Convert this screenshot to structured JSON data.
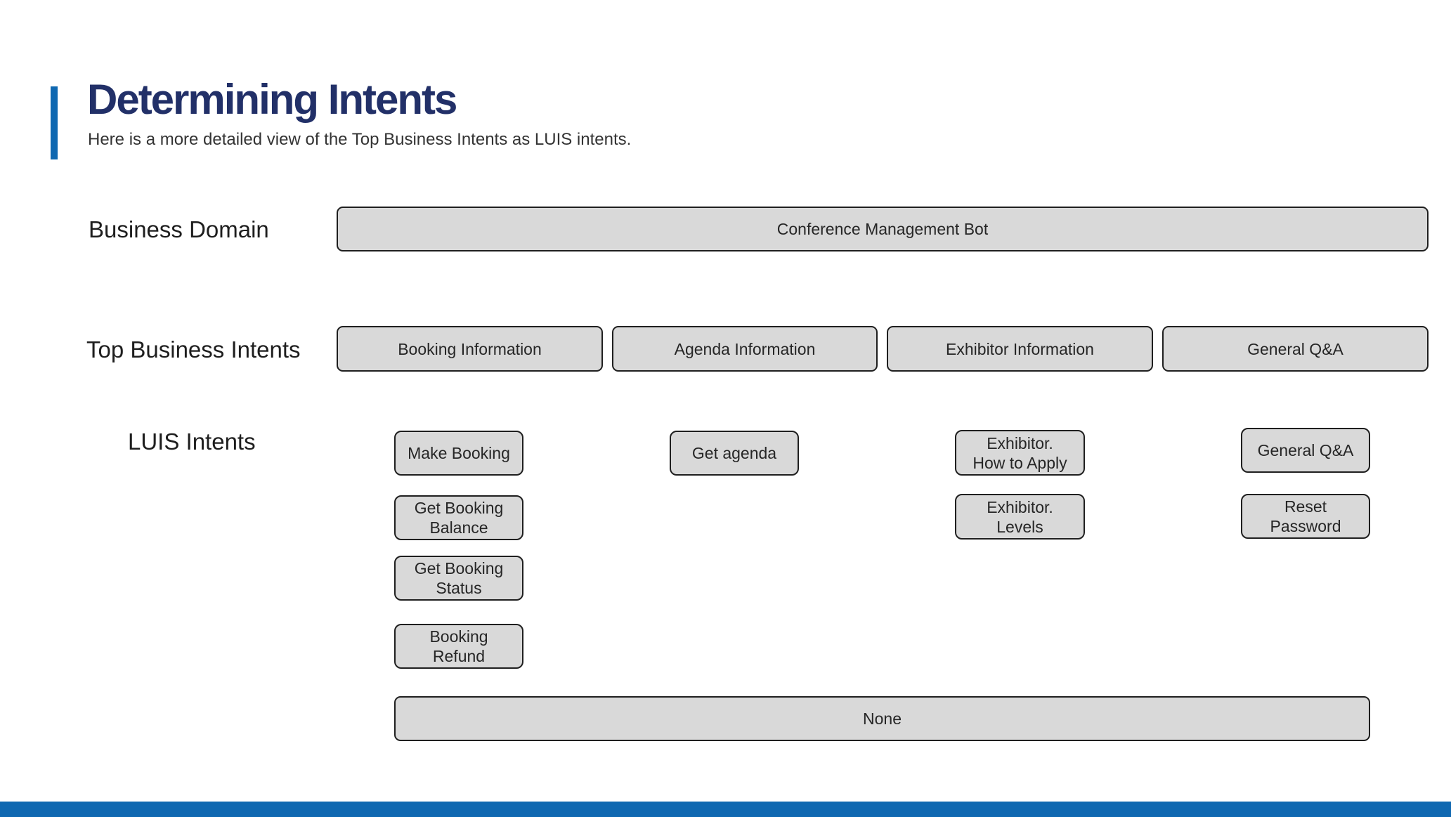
{
  "title": "Determining Intents",
  "subtitle": "Here is a more detailed view of the Top Business Intents as LUIS intents.",
  "rows": {
    "business_domain": "Business Domain",
    "top_business_intents": "Top Business Intents",
    "luis_intents": "LUIS Intents"
  },
  "business_domain": {
    "name": "Conference Management Bot"
  },
  "top_intents": [
    "Booking Information",
    "Agenda Information",
    "Exhibitor Information",
    "General Q&A"
  ],
  "luis_intents": {
    "booking": [
      "Make Booking",
      "Get Booking\nBalance",
      "Get Booking\nStatus",
      "Booking\nRefund"
    ],
    "agenda": [
      "Get agenda"
    ],
    "exhibitor": [
      "Exhibitor.\nHow to Apply",
      "Exhibitor.\nLevels"
    ],
    "general": [
      "General Q&A",
      "Reset\nPassword"
    ],
    "none": "None"
  },
  "colors": {
    "accent": "#0f68b1",
    "title": "#223068",
    "box_fill": "#d9d9d9",
    "box_border": "#1f1f1f"
  }
}
